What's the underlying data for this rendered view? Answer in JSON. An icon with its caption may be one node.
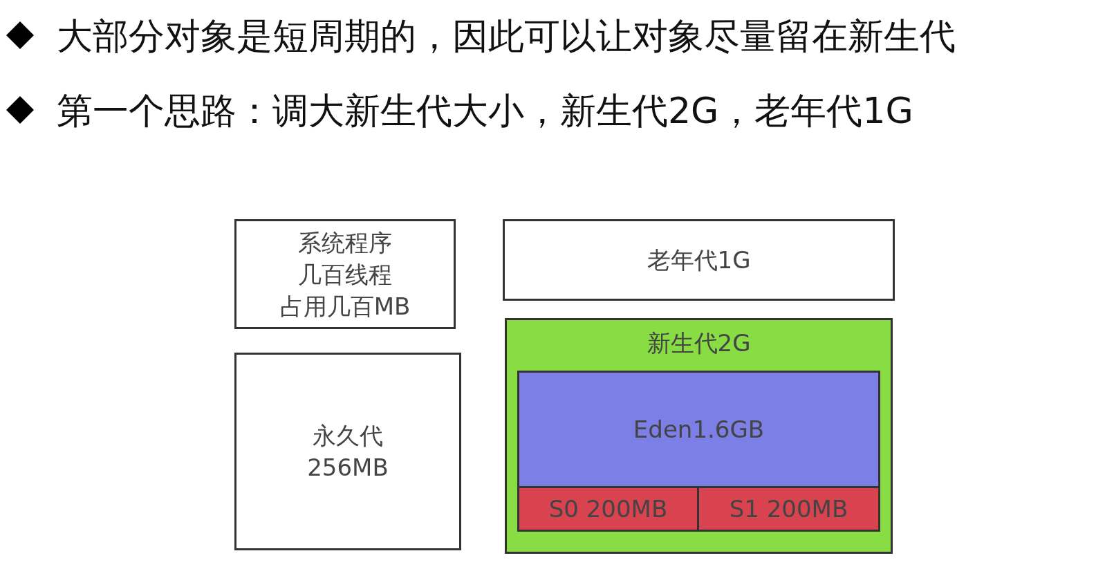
{
  "diagram": {
    "nodes": [
      {
        "text": [
          "系统程序",
          "几百线程",
          "占用几百MB"
        ]
      },
      {
        "text": [
          "永久代",
          "256MB"
        ]
      },
      {
        "text": [
          "老年代1G"
        ]
      },
      {
        "text": [
          "新生代2G"
        ]
      },
      {
        "text": [
          "Eden1.6GB"
        ],
        "in": 3
      },
      {
        "text": [
          "S0 200MB"
        ],
        "in": 3
      },
      {
        "text": [
          "S1 200MB"
        ],
        "in": 3
      }
    ],
    "labels": [
      "大部分对象是短周期的，因此可以让对象尽量留在新生代",
      "第一个思路：调大新生代大小，新生代2G，老年代1G"
    ]
  }
}
